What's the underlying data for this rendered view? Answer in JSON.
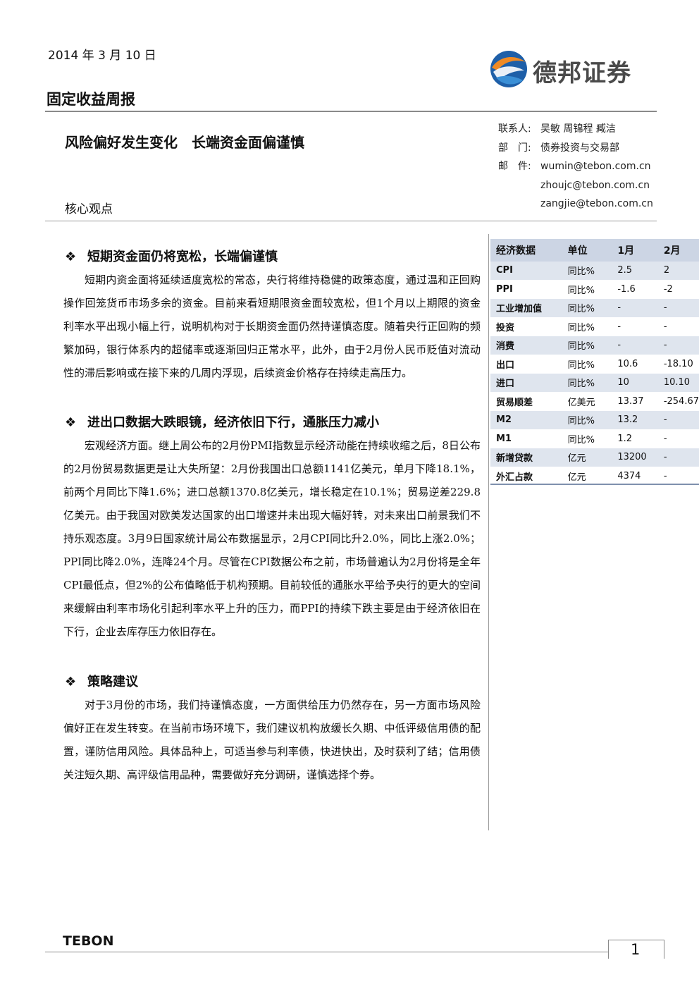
{
  "header": {
    "date": "2014 年 3 月 10 日",
    "logo_text": "德邦证券",
    "report_type": "固定收益周报",
    "headline": "风险偏好发生变化　长端资金面偏谨慎",
    "core_label": "核心观点"
  },
  "contact": {
    "people_label": "联系人:",
    "people": "吴敏 周锦程 臧洁",
    "dept_label": "部　门:",
    "dept": "债券投资与交易部",
    "email_label": "邮　件:",
    "emails": [
      "wumin@tebon.com.cn",
      "zhoujc@tebon.com.cn",
      "zangjie@tebon.com.cn"
    ]
  },
  "sections": [
    {
      "bullet": "❖",
      "title": "短期资金面仍将宽松，长端偏谨慎",
      "text": "短期内资金面将延续适度宽松的常态，央行将维持稳健的政策态度，通过温和正回购操作回笼货币市场多余的资金。目前来看短期限资金面较宽松，但1个月以上期限的资金利率水平出现小幅上行，说明机构对于长期资金面仍然持谨慎态度。随着央行正回购的频繁加码，银行体系内的超储率或逐渐回归正常水平，此外，由于2月份人民币贬值对流动性的滞后影响或在接下来的几周内浮现，后续资金价格存在持续走高压力。"
    },
    {
      "bullet": "❖",
      "title": "进出口数据大跌眼镜，经济依旧下行，通胀压力减小",
      "text": "宏观经济方面。继上周公布的2月份PMI指数显示经济动能在持续收缩之后，8日公布的2月份贸易数据更是让大失所望：2月份我国出口总额1141亿美元，单月下降18.1%，前两个月同比下降1.6%；进口总额1370.8亿美元，增长稳定在10.1%；贸易逆差229.8亿美元。由于我国对欧美发达国家的出口增速并未出现大幅好转，对未来出口前景我们不持乐观态度。3月9日国家统计局公布数据显示，2月CPI同比升2.0%，同比上涨2.0%；PPI同比降2.0%，连降24个月。尽管在CPI数据公布之前，市场普遍认为2月份将是全年CPI最低点，但2%的公布值略低于机构预期。目前较低的通胀水平给予央行的更大的空间来缓解由利率市场化引起利率水平上升的压力，而PPI的持续下跌主要是由于经济依旧在下行，企业去库存压力依旧存在。"
    },
    {
      "bullet": "❖",
      "title": "策略建议",
      "text": "对于3月份的市场，我们持谨慎态度，一方面供给压力仍然存在，另一方面市场风险偏好正在发生转变。在当前市场环境下，我们建议机构放缓长久期、中低评级信用债的配置，谨防信用风险。具体品种上，可适当参与利率债，快进快出，及时获利了结；信用债关注短久期、高评级信用品种，需要做好充分调研，谨慎选择个券。"
    }
  ],
  "table": {
    "headers": [
      "经济数据",
      "单位",
      "1月",
      "2月"
    ],
    "rows": [
      [
        "CPI",
        "同比%",
        "2.5",
        "2"
      ],
      [
        "PPI",
        "同比%",
        "-1.6",
        "-2"
      ],
      [
        "工业增加值",
        "同比%",
        "-",
        "-"
      ],
      [
        "投资",
        "同比%",
        "-",
        "-"
      ],
      [
        "消费",
        "同比%",
        "-",
        "-"
      ],
      [
        "出口",
        "同比%",
        "10.6",
        "-18.10"
      ],
      [
        "进口",
        "同比%",
        "10",
        "10.10"
      ],
      [
        "贸易顺差",
        "亿美元",
        "13.37",
        "-254.67"
      ],
      [
        "M2",
        "同比%",
        "13.2",
        "-"
      ],
      [
        "M1",
        "同比%",
        "1.2",
        "-"
      ],
      [
        "新增贷款",
        "亿元",
        "13200",
        "-"
      ],
      [
        "外汇占款",
        "亿元",
        "4374",
        "-"
      ]
    ]
  },
  "footer": {
    "brand": "TEBON",
    "page": "1"
  }
}
